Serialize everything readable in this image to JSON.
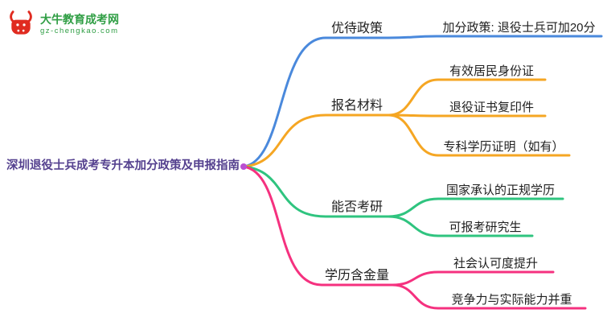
{
  "page": {
    "background": "#ffffff"
  },
  "logo": {
    "title": "大牛教育成考网",
    "domain": "gz-chengkao.com",
    "red": "#e02b20",
    "green": "#2f9e44"
  },
  "root": {
    "label": "深圳退役士兵成考专升本加分政策及申报指南",
    "color": "#55418f",
    "dot_color": "#b94fd1"
  },
  "colors": {
    "blue": "#4a89dc",
    "orange": "#f5a623",
    "green": "#2fc47f",
    "pink": "#f5317f",
    "text": "#1f1f1f"
  },
  "branches": [
    {
      "label": "优待政策",
      "color": "blue",
      "children": [
        "加分政策: 退役士兵可加20分"
      ]
    },
    {
      "label": "报名材料",
      "color": "orange",
      "children": [
        "有效居民身份证",
        "退役证书复印件",
        "专科学历证明（如有）"
      ]
    },
    {
      "label": "能否考研",
      "color": "green",
      "children": [
        "国家承认的正规学历",
        "可报考研究生"
      ]
    },
    {
      "label": "学历含金量",
      "color": "pink",
      "children": [
        "社会认可度提升",
        "竞争力与实际能力并重"
      ]
    }
  ]
}
